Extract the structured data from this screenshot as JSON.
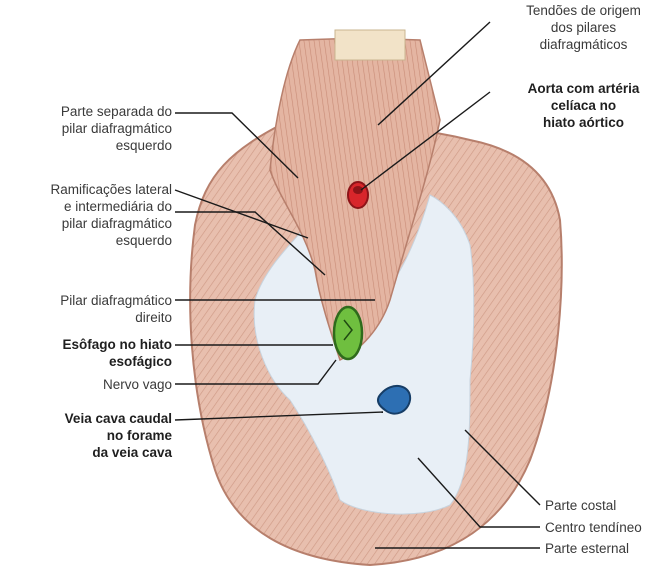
{
  "labels": {
    "tendoes": [
      "Tendões de origem",
      "dos pilares",
      "diafragmáticos"
    ],
    "aorta": [
      "Aorta com artéria",
      "celíaca no",
      "hiato aórtico"
    ],
    "parte_separada": [
      "Parte separada do",
      "pilar diafragmático",
      "esquerdo"
    ],
    "ramificacoes": [
      "Ramificações lateral",
      "e intermediária do",
      "pilar diafragmático",
      "esquerdo"
    ],
    "pilar_direito": [
      "Pilar diafragmático",
      "direito"
    ],
    "esofago": [
      "Esôfago no hiato",
      "esofágico"
    ],
    "nervo_vago": [
      "Nervo vago"
    ],
    "veia_cava": [
      "Veia cava caudal",
      "no forame",
      "da veia cava"
    ],
    "parte_costal": [
      "Parte costal"
    ],
    "centro_tendineo": [
      "Centro tendíneo"
    ],
    "parte_esternal": [
      "Parte esternal"
    ]
  },
  "colors": {
    "muscle": "#e6b9a6",
    "muscle_stroke": "#c98e7a",
    "tendon_center": "#e7eef5",
    "aorta": "#d8262b",
    "esophagus": "#6fbf3f",
    "vena_cava": "#2d6fb3",
    "leader": "#1a1a1a"
  }
}
